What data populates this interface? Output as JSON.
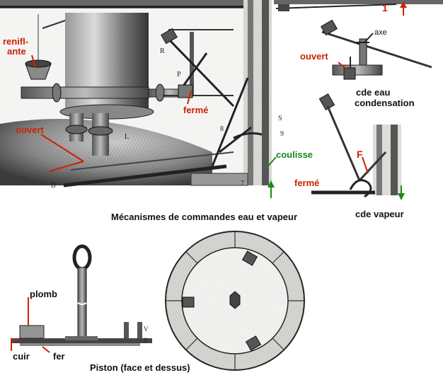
{
  "labels": {
    "renifl": "renifl-",
    "ante": "ante",
    "ferme_top": "fermé",
    "ouvert_left": "ouvert",
    "coulisse": "coulisse",
    "commandes_caption": "Mécanismes de commandes eau et vapeur",
    "one": "1",
    "axe": "axe",
    "ouvert_right": "ouvert",
    "cde_eau": "cde eau",
    "condensation": "condensation",
    "F": "F",
    "ferme_right": "fermé",
    "cde_vapeur": "cde vapeur",
    "plomb": "plomb",
    "cuir": "cuir",
    "fer": "fer",
    "piston_caption": "Piston (face et dessus)"
  },
  "colors": {
    "red": "#cc2200",
    "green": "#1a8a1a",
    "ink": "#222222"
  }
}
